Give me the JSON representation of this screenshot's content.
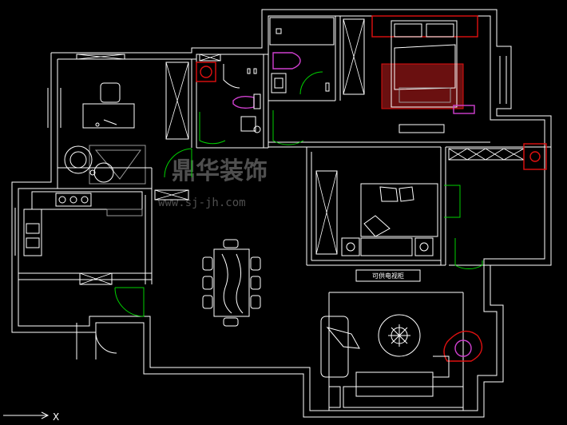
{
  "labels": {
    "tv_cabinet": "可供电视柜"
  },
  "watermark": {
    "brand": "鼎华装饰",
    "url": "www.sj-jh.com"
  },
  "ucs": {
    "axis_x": "X"
  },
  "colors": {
    "background": "#000000",
    "wall": "#ffffff",
    "door": "#00d000",
    "fixture_red": "#e01010",
    "fixture_magenta": "#d040d0"
  },
  "icons": [
    "plant-icon",
    "chair-icon",
    "sofa-icon",
    "bed-icon",
    "toilet-icon"
  ]
}
